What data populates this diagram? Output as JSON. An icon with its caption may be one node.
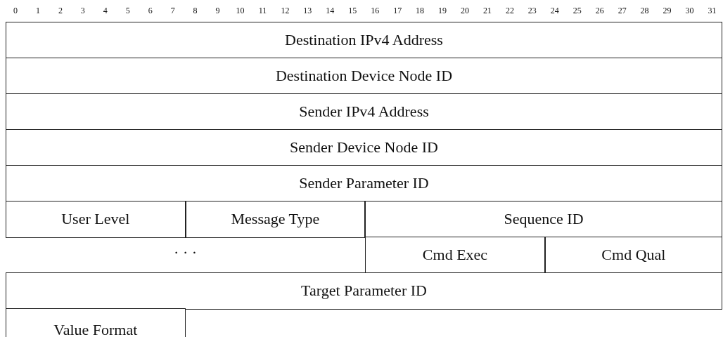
{
  "diagram": {
    "nodes": [
      {
        "text": [
          "Destination IPv4 Address"
        ]
      },
      {
        "text": [
          "Destination Device Node ID"
        ]
      },
      {
        "text": [
          "Sender IPv4 Address"
        ]
      },
      {
        "text": [
          "Sender Device Node ID"
        ]
      },
      {
        "text": [
          "Sender Parameter ID"
        ]
      },
      {
        "text": [
          "User Level"
        ]
      },
      {
        "text": [
          "Message Type"
        ]
      },
      {
        "text": [
          "Sequence ID"
        ]
      },
      {
        "text": [
          "Cmd Exec"
        ]
      },
      {
        "text": [
          "Cmd Qual"
        ]
      },
      {
        "text": [
          "Target Parameter ID"
        ]
      },
      {
        "text": [
          "Value Format"
        ]
      }
    ],
    "labels": [
      "0",
      "1",
      "2",
      "3",
      "4",
      "5",
      "6",
      "7",
      "8",
      "9",
      "10",
      "11",
      "12",
      "13",
      "14",
      "15",
      "16",
      "17",
      "18",
      "19",
      "20",
      "21",
      "22",
      "23",
      "24",
      "25",
      "26",
      "27",
      "28",
      "29",
      "30",
      "31",
      "· · ·"
    ]
  }
}
